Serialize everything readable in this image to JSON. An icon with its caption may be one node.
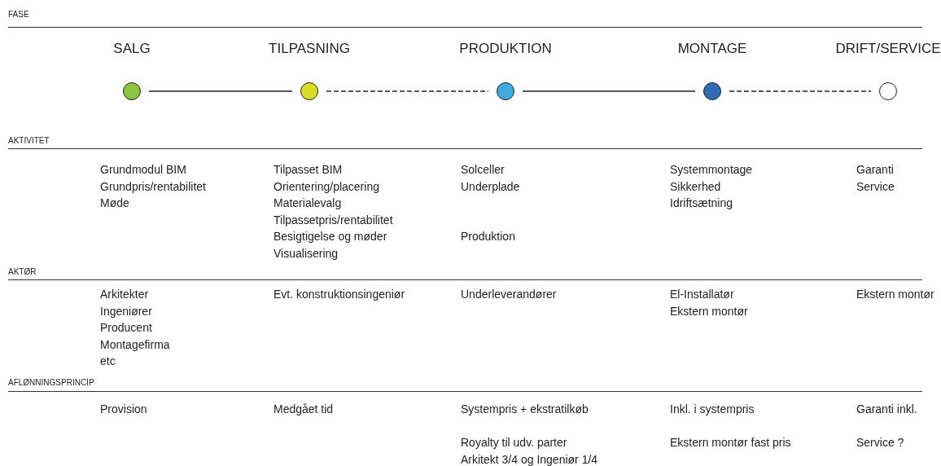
{
  "diagram": {
    "nodes": [
      {
        "text": [],
        "shape": "circle",
        "beside": [
          "SALG"
        ]
      },
      {
        "text": [],
        "shape": "circle",
        "beside": [
          "TILPASNING"
        ]
      },
      {
        "text": [],
        "shape": "circle",
        "beside": [
          "PRODUKTION"
        ]
      },
      {
        "text": [],
        "shape": "circle",
        "beside": [
          "MONTAGE"
        ]
      },
      {
        "text": [],
        "shape": "circle",
        "beside": [
          "DRIFT/SERVICE"
        ]
      }
    ],
    "edges": [
      {
        "from": 0,
        "to": 1,
        "arrow": "none"
      },
      {
        "from": 1,
        "to": 2,
        "arrow": "none",
        "style": "dashed"
      },
      {
        "from": 2,
        "to": 3,
        "arrow": "none"
      },
      {
        "from": 3,
        "to": 4,
        "arrow": "none",
        "style": "dashed"
      }
    ],
    "labels": [
      "FASE",
      "AKTIVITET",
      "Grundmodul BIM",
      "Grundpris/rentabilitet",
      "Møde",
      "Tilpasset BIM",
      "Orientering/placering",
      "Materialevalg",
      "Tilpassetpris/rentabilitet",
      "Besigtigelse og møder",
      "Visualisering",
      "Solceller",
      "Underplade",
      "Produktion",
      "Systemmontage",
      "Sikkerhed",
      "Idriftsætning",
      "Garanti",
      "Service",
      "AKTØR",
      "Arkitekter",
      "Ingeniører",
      "Producent",
      "Montagefirma",
      "etc",
      "Evt. konstruktionsingeniør",
      "Underleverandører",
      "El-Installatør",
      "Ekstern montør",
      "Ekstern montør",
      "AFLØNNINGSPRINCIP",
      "Provision",
      "Medgået tid",
      "Systempris + ekstratilkøb",
      "Royalty til udv. parter",
      "Arkitekt 3/4 og Ingeniør 1/4",
      "Inkl. i systempris",
      "Ekstern montør fast pris",
      "Garanti inkl.",
      "Service ?"
    ]
  }
}
